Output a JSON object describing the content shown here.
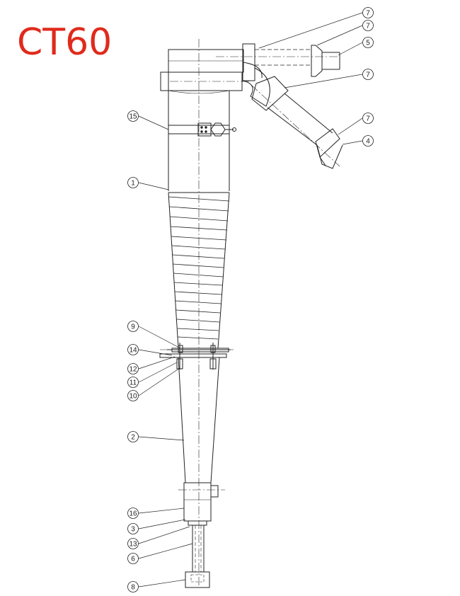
{
  "title": "CT60",
  "colors": {
    "title": "#e02a1c",
    "line": "#222222"
  },
  "part_callouts": [
    {
      "id": "callout-7-a",
      "label": "7"
    },
    {
      "id": "callout-7-b",
      "label": "7"
    },
    {
      "id": "callout-5",
      "label": "5"
    },
    {
      "id": "callout-7-c",
      "label": "7"
    },
    {
      "id": "callout-7-d",
      "label": "7"
    },
    {
      "id": "callout-4",
      "label": "4"
    },
    {
      "id": "callout-15",
      "label": "15"
    },
    {
      "id": "callout-1",
      "label": "1"
    },
    {
      "id": "callout-9",
      "label": "9"
    },
    {
      "id": "callout-14",
      "label": "14"
    },
    {
      "id": "callout-12",
      "label": "12"
    },
    {
      "id": "callout-11",
      "label": "11"
    },
    {
      "id": "callout-10",
      "label": "10"
    },
    {
      "id": "callout-2",
      "label": "2"
    },
    {
      "id": "callout-16",
      "label": "16"
    },
    {
      "id": "callout-3",
      "label": "3"
    },
    {
      "id": "callout-13",
      "label": "13"
    },
    {
      "id": "callout-6",
      "label": "6"
    },
    {
      "id": "callout-8",
      "label": "8"
    }
  ]
}
